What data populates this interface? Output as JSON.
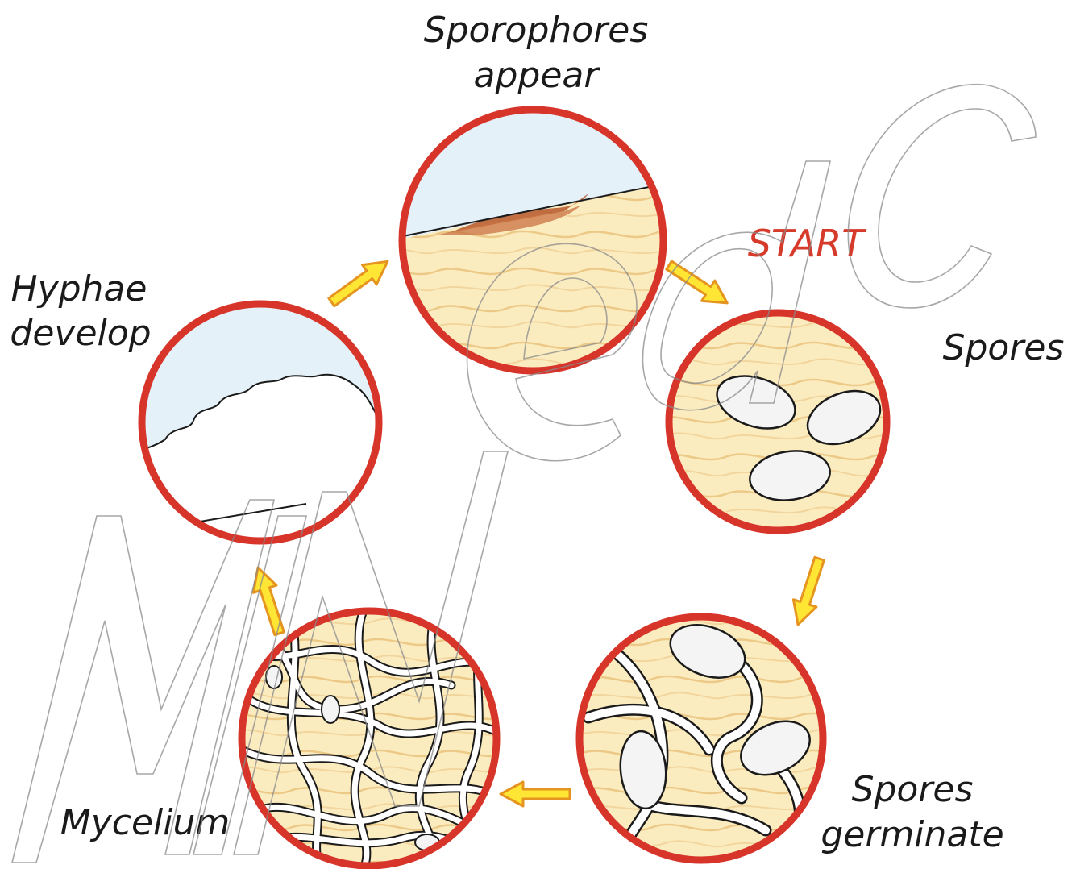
{
  "diagram": {
    "start_label": "START",
    "stages": {
      "sporophores": {
        "line1": "Sporophores",
        "line2": "appear"
      },
      "spores": {
        "line1": "Spores"
      },
      "germinate": {
        "line1": "Spores",
        "line2": "germinate"
      },
      "mycelium": {
        "line1": "Mycelium"
      },
      "hyphae": {
        "line1": "Hyphae",
        "line2": "develop"
      }
    },
    "watermark": "MINeac"
  },
  "colors": {
    "ring": "#d7342a",
    "arrow_fill": "#ffe534",
    "arrow_stroke": "#e69420",
    "substrate": "#fbecc0",
    "sky": "#e4f1f8",
    "start": "#d63a2a"
  }
}
